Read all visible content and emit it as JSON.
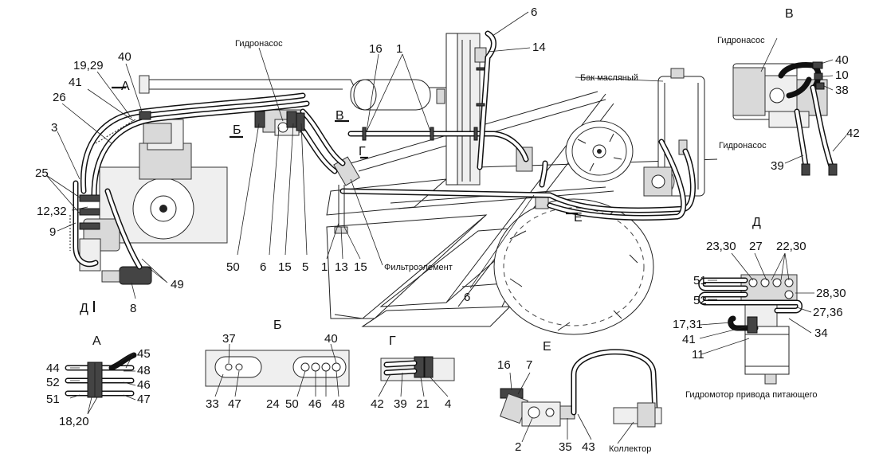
{
  "section_letters": {
    "A": "А",
    "B": "Б",
    "V": "В",
    "G": "Г",
    "D": "Д",
    "E": "Е"
  },
  "captions": {
    "pump_main": "Гидронасос",
    "oil_tank": "Бак масляный",
    "filter": "Фильтроэлемент",
    "pump_v1": "Гидронасос",
    "pump_v2": "Гидронасос",
    "motor": "Гидромотор привода питающего",
    "collector": "Коллектор"
  },
  "callouts_main": {
    "c40": "40",
    "c19_29": "19,29",
    "c41": "41",
    "c26": "26",
    "c3": "3",
    "c25": "25",
    "c12_32": "12,32",
    "c9": "9",
    "c8": "8",
    "c49": "49",
    "c50": "50",
    "c6a": "6",
    "c15a": "15",
    "c5": "5",
    "c16": "16",
    "c1a": "1",
    "c6top": "6",
    "c14": "14",
    "c1b": "1",
    "c13": "13",
    "c15b": "15",
    "c6b": "6"
  },
  "callouts_v": {
    "c40": "40",
    "c10": "10",
    "c38": "38",
    "c42": "42",
    "c39": "39"
  },
  "callouts_d": {
    "c23_30": "23,30",
    "c27a": "27",
    "c22_30": "22,30",
    "c51": "51",
    "c52": "52",
    "c28_30": "28,30",
    "c27_36": "27,36",
    "c17_31": "17,31",
    "c41": "41",
    "c34": "34",
    "c11": "11"
  },
  "callouts_a": {
    "c44": "44",
    "c45": "45",
    "c48": "48",
    "c52": "52",
    "c46": "46",
    "c51": "51",
    "c47": "47",
    "c18_20": "18,20"
  },
  "callouts_b": {
    "c37": "37",
    "c40": "40",
    "c33": "33",
    "c47": "47",
    "c24": "24",
    "c50": "50",
    "c46": "46",
    "c48": "48"
  },
  "callouts_g": {
    "c42": "42",
    "c39": "39",
    "c21": "21",
    "c4": "4"
  },
  "callouts_e": {
    "c16": "16",
    "c7": "7",
    "c2": "2",
    "c35": "35",
    "c43": "43"
  }
}
